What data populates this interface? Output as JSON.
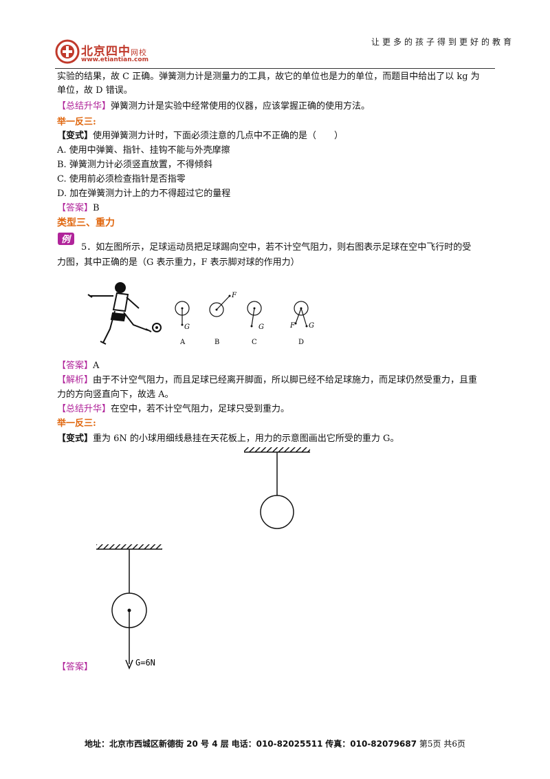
{
  "header": {
    "slogan": "让更多的孩子得到更好的教育",
    "logo_name": "北京四中",
    "logo_sub": "网校",
    "logo_url": "www.etiantian.com"
  },
  "content": {
    "p1_line1": "实验的结果，故 C 正确。弹簧测力计是测量力的工具，故它的单位也是力的单位，而题目中给出了以 kg 为",
    "p1_line2": "单位，故 D 错误。",
    "summary1_tag": "【总结升华】",
    "summary1_text": "弹簧测力计是实验中经常使用的仪器，应该掌握正确的使用方法。",
    "practice1_heading": "举一反三:",
    "variant1_tag": "【变式】",
    "variant1_text": "使用弹簧测力计时，下面必须注意的几点中不正确的是（　　）",
    "options": [
      "A. 使用中弹簧、指针、挂钩不能与外壳摩擦",
      "B. 弹簧测力计必须竖直放置，不得倾斜",
      "C. 使用前必须检查指针是否指零",
      "D. 加在弹簧测力计上的力不得超过它的量程"
    ],
    "answer1_tag": "【答案】",
    "answer1_text": "B",
    "section_heading": "类型三、重力",
    "example_badge": "例",
    "q5_line1": "5．如左图所示，足球运动员把足球踢向空中，若不计空气阻力，则右图表示足球在空中飞行时的受",
    "q5_line2": "力图，其中正确的是（G 表示重力，F 表示脚对球的作用力）",
    "fig_labels": [
      "A",
      "B",
      "C",
      "D"
    ],
    "fig_force_g": "G",
    "fig_force_f": "F",
    "answer2_tag": "【答案】",
    "answer2_text": "A",
    "analysis_tag": "【解析】",
    "analysis_line1": "由于不计空气阻力，而且足球已经离开脚面，所以脚已经不给足球施力，而足球仍然受重力，且重",
    "analysis_line2": "力的方向竖直向下，故选 A。",
    "summary2_tag": "【总结升华】",
    "summary2_text": "在空中，若不计空气阻力，足球只受到重力。",
    "practice2_heading": "举一反三:",
    "variant2_tag": "【变式】",
    "variant2_text": "重为 6N 的小球用细线悬挂在天花板上，用力的示意图画出它所受的重力 G。",
    "answer3_tag": "【答案】",
    "force_label": "G=6N"
  },
  "footer": {
    "address_label": "地址：",
    "address": "北京市西城区新德街 20 号 4 层",
    "phone_label": "电话：",
    "phone": "010-82025511",
    "fax_label": "传真：",
    "fax": "010-82079687",
    "page_info": "第5页  共6页"
  },
  "colors": {
    "tag": "#b0249a",
    "heading": "#e0670f",
    "logo": "#c0392b"
  }
}
